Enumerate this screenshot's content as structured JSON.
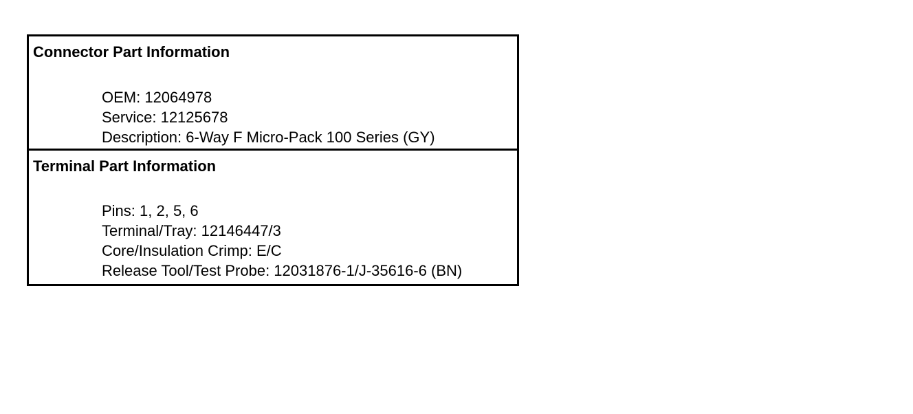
{
  "connector": {
    "title": "Connector Part Information",
    "lines": [
      "OEM: 12064978",
      "Service: 12125678",
      "Description: 6-Way F Micro-Pack 100 Series (GY)"
    ]
  },
  "terminal": {
    "title": "Terminal Part Information",
    "lines": [
      "Pins: 1, 2, 5, 6",
      "Terminal/Tray: 12146447/3",
      "Core/Insulation Crimp: E/C",
      "Release Tool/Test Probe: 12031876-1/J-35616-6 (BN)"
    ]
  }
}
